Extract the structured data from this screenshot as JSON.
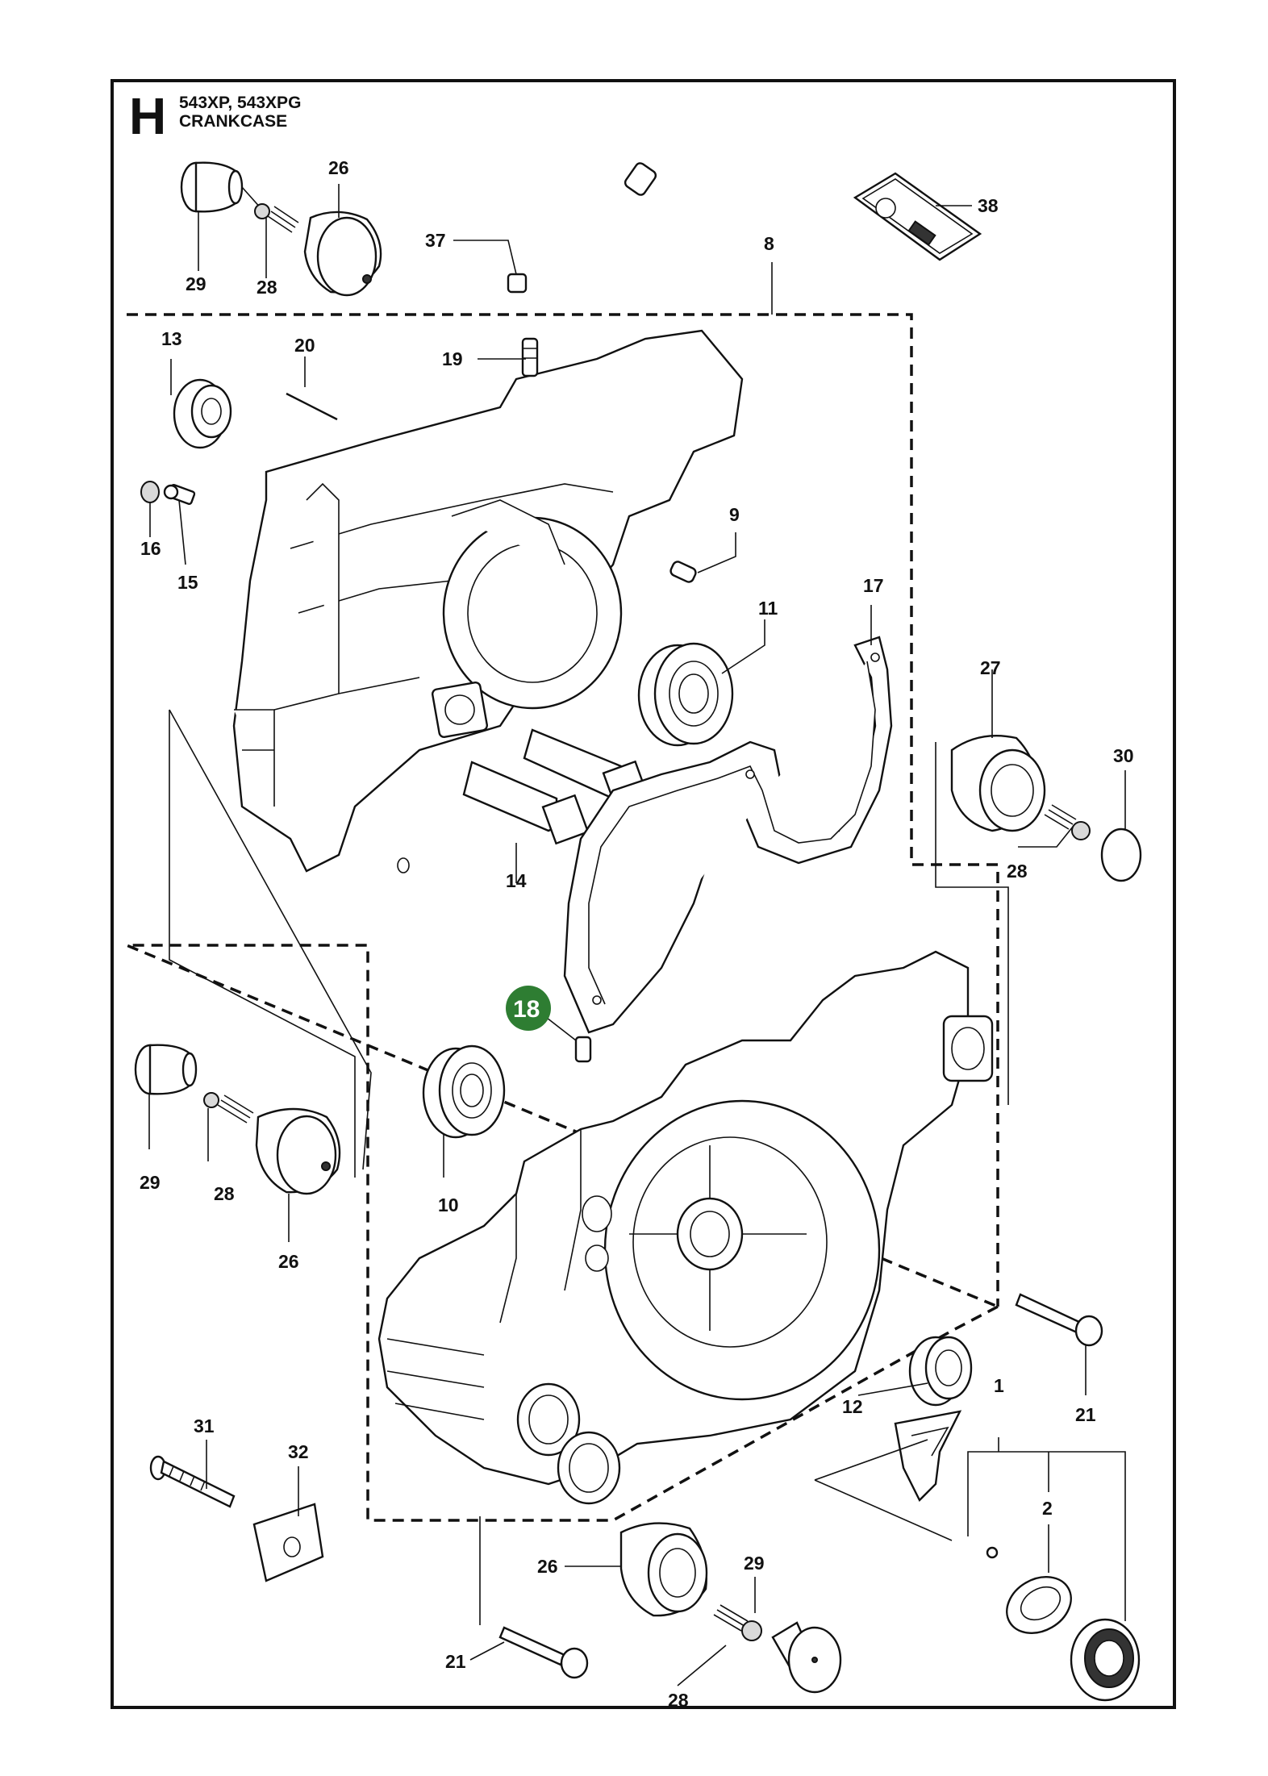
{
  "header": {
    "section_letter": "H",
    "models": "543XP, 543XPG",
    "assembly_name": "CRANKCASE"
  },
  "colors": {
    "highlight_badge": "#2e7d32",
    "line": "#111111"
  },
  "callouts": {
    "c26_top": "26",
    "c29_top": "29",
    "c28_top": "28",
    "c37": "37",
    "c38": "38",
    "c8": "8",
    "c13": "13",
    "c20": "20",
    "c19": "19",
    "c16": "16",
    "c15": "15",
    "c9": "9",
    "c11": "11",
    "c17": "17",
    "c27": "27",
    "c30": "30",
    "c28_right": "28",
    "c14": "14",
    "c18": "18",
    "c29_left": "29",
    "c28_left": "28",
    "c26_left": "26",
    "c10": "10",
    "c21_right": "21",
    "c12": "12",
    "c1": "1",
    "c2": "2",
    "c31": "31",
    "c32": "32",
    "c26_bottom": "26",
    "c29_bottom": "29",
    "c21_bottom": "21",
    "c28_bottom": "28"
  }
}
